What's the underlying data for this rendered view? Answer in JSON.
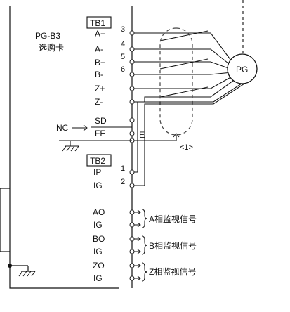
{
  "board": {
    "name_line1": "PG-B3",
    "name_line2": "选购卡"
  },
  "tb1": {
    "label": "TB1",
    "terminals": [
      "A+",
      "A-",
      "B+",
      "B-",
      "Z+",
      "Z-",
      "SD",
      "FE"
    ],
    "wire_numbers": [
      "3",
      "4",
      "5",
      "6"
    ],
    "nc_label": "NC",
    "fe_tag": "E"
  },
  "tb2": {
    "label": "TB2",
    "terminals": [
      "IP",
      "IG",
      "AO",
      "IG",
      "BO",
      "IG",
      "ZO",
      "IG"
    ],
    "wire_numbers": [
      "1",
      "2"
    ]
  },
  "encoder": {
    "label": "PG"
  },
  "shield_note": "<1>",
  "monitor_signals": [
    "A相监视信号",
    "B相监视信号",
    "Z相监视信号"
  ],
  "colors": {
    "line": "#111111",
    "shield_dash": "#444444"
  }
}
